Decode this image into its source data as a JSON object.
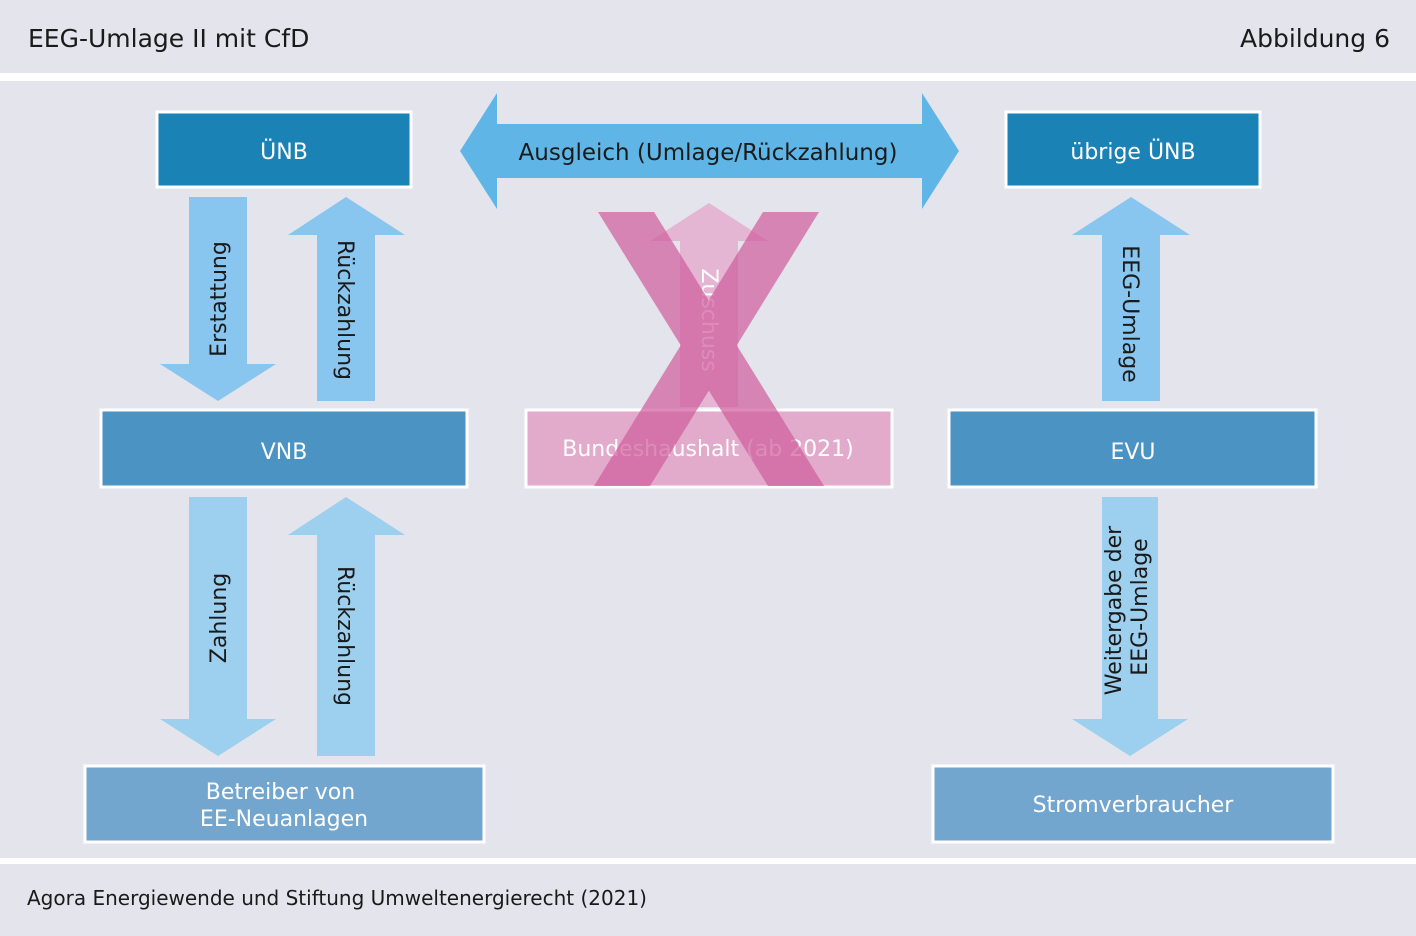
{
  "header": {
    "title": "EEG-Umlage II mit CfD",
    "figure_label": "Abbildung 6"
  },
  "footer": {
    "source": "Agora Energiewende und Stiftung Umweltenergierecht (2021)"
  },
  "colors": {
    "box_dark": "#1a82b4",
    "box_mid": "#4a93c3",
    "box_light": "#72a6cf",
    "arrow_blue": "#5fb6e6",
    "arrow_light": "#88c5ef",
    "arrow_pale": "#9dcfef",
    "pink_box": "#e2aacb",
    "pink_arrow": "#e4b0d0",
    "cross": "#d0609e"
  },
  "diagram": {
    "boxes": {
      "uenb": "ÜNB",
      "uebrige_uenb": "übrige ÜNB",
      "vnb": "VNB",
      "bundeshaushalt": "Bundeshaushalt (ab 2021)",
      "evu": "EVU",
      "betreiber_line1": "Betreiber von",
      "betreiber_line2": "EE-Neuanlagen",
      "stromverbraucher": "Stromverbraucher"
    },
    "arrows": {
      "ausgleich": "Ausgleich (Umlage/Rückzahlung)",
      "erstattung": "Erstattung",
      "rueckzahlung_top": "Rückzahlung",
      "zuschuss": "Zuschuss",
      "eeg_umlage": "EEG-Umlage",
      "zahlung": "Zahlung",
      "rueckzahlung_bottom": "Rückzahlung",
      "weitergabe_line1": "Weitergabe der",
      "weitergabe_line2": "EEG-Umlage"
    }
  }
}
